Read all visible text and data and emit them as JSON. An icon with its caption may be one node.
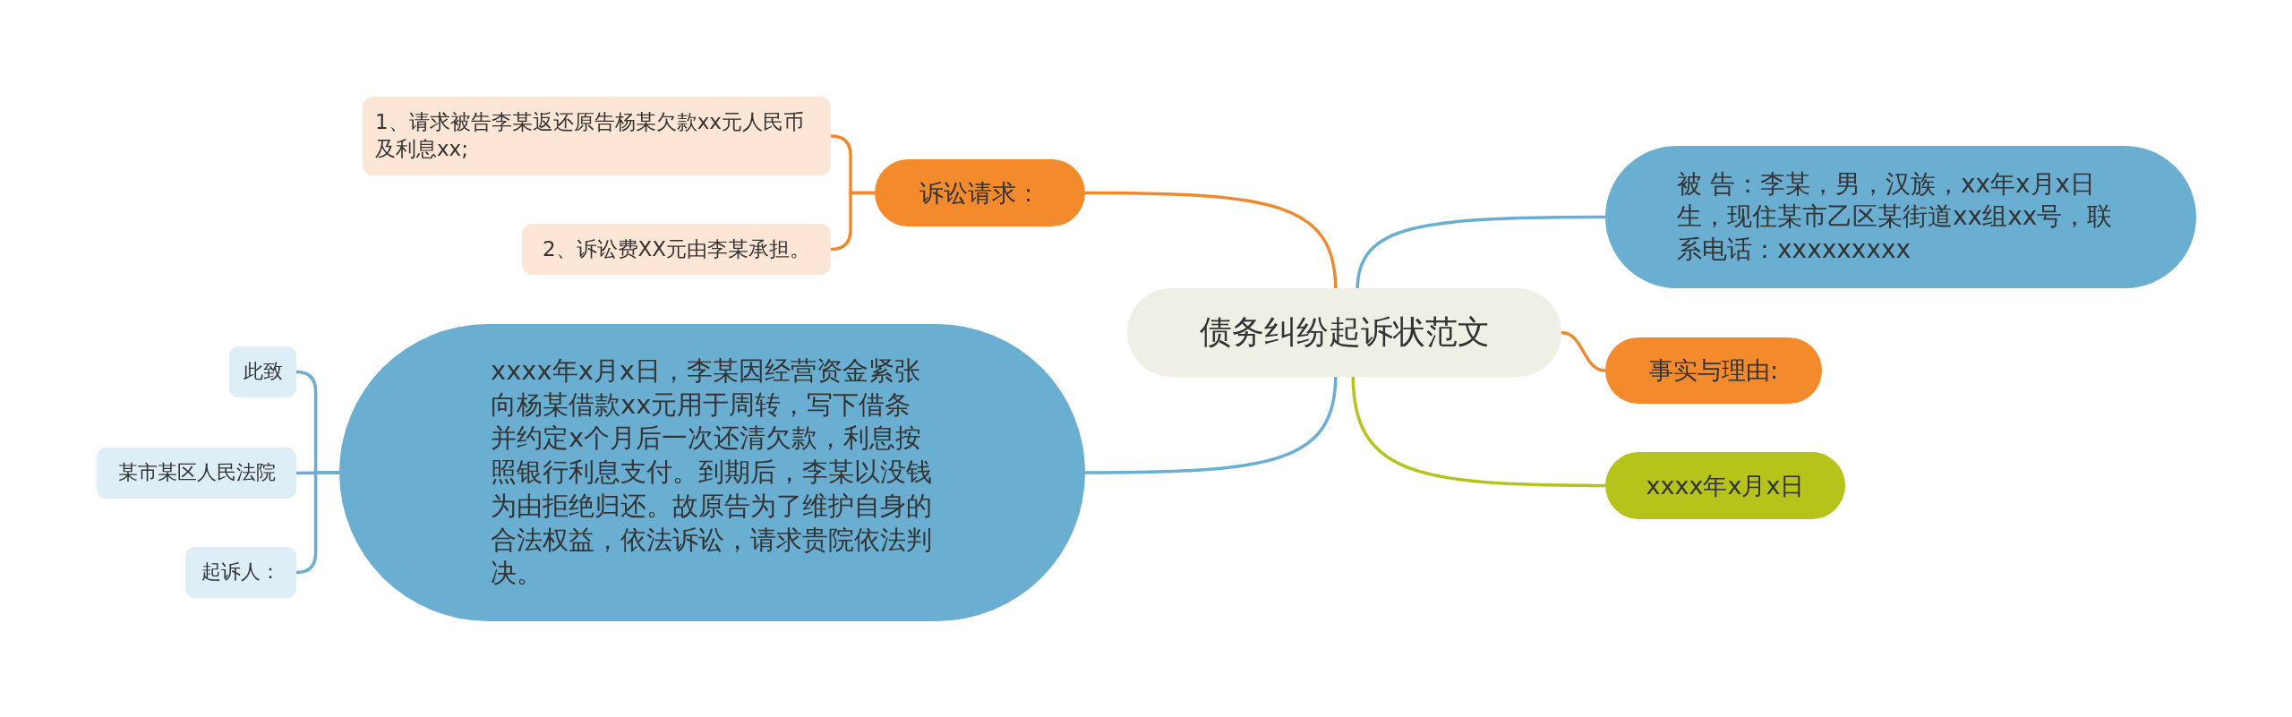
{
  "diagram": {
    "nodes": [
      {
        "text": [
          "债务纠纷起诉状范文"
        ]
      },
      {
        "text": [
          "诉讼请求："
        ]
      },
      {
        "text": [
          "1、请求被告李某返还原告杨某欠款xx元人民币及利息xx;"
        ]
      },
      {
        "text": [
          "2、诉讼费XX元由李某承担。"
        ]
      },
      {
        "text": [
          "xxxx年x月x日，李某因经营资金紧张向杨某借款xx元用于周转，写下借条并约定x个月后一次还清欠款，利息按照银行利息支付。到期后，李某以没钱为由拒绝归还。故原告为了维护自身的合法权益，依法诉讼，请求贵院依法判决。"
        ]
      },
      {
        "text": [
          "此致"
        ]
      },
      {
        "text": [
          "某市某区人民法院"
        ]
      },
      {
        "text": [
          "起诉人："
        ]
      },
      {
        "text": [
          "被 告：李某，男，汉族，xx年x月x日生，现住某市乙区某街道xx组xx号，联系电话：xxxxxxxxx"
        ]
      },
      {
        "text": [
          "事实与理由:"
        ]
      },
      {
        "text": [
          "xxxx年x月x日"
        ]
      }
    ],
    "edges": [
      {
        "from": 0,
        "to": 1,
        "arrow": "none",
        "color": "#ee8a2e"
      },
      {
        "from": 1,
        "to": 2,
        "arrow": "none",
        "color": "#ee8a2e"
      },
      {
        "from": 1,
        "to": 3,
        "arrow": "none",
        "color": "#ee8a2e"
      },
      {
        "from": 0,
        "to": 4,
        "arrow": "none"
      },
      {
        "from": 4,
        "to": 5,
        "arrow": "none"
      },
      {
        "from": 4,
        "to": 6,
        "arrow": "none"
      },
      {
        "from": 4,
        "to": 7,
        "arrow": "none"
      },
      {
        "from": 0,
        "to": 8,
        "arrow": "none"
      },
      {
        "from": 0,
        "to": 9,
        "arrow": "none",
        "color": "#ee8a2e"
      },
      {
        "from": 0,
        "to": 10,
        "arrow": "none",
        "color": "#b5c31b"
      }
    ]
  }
}
